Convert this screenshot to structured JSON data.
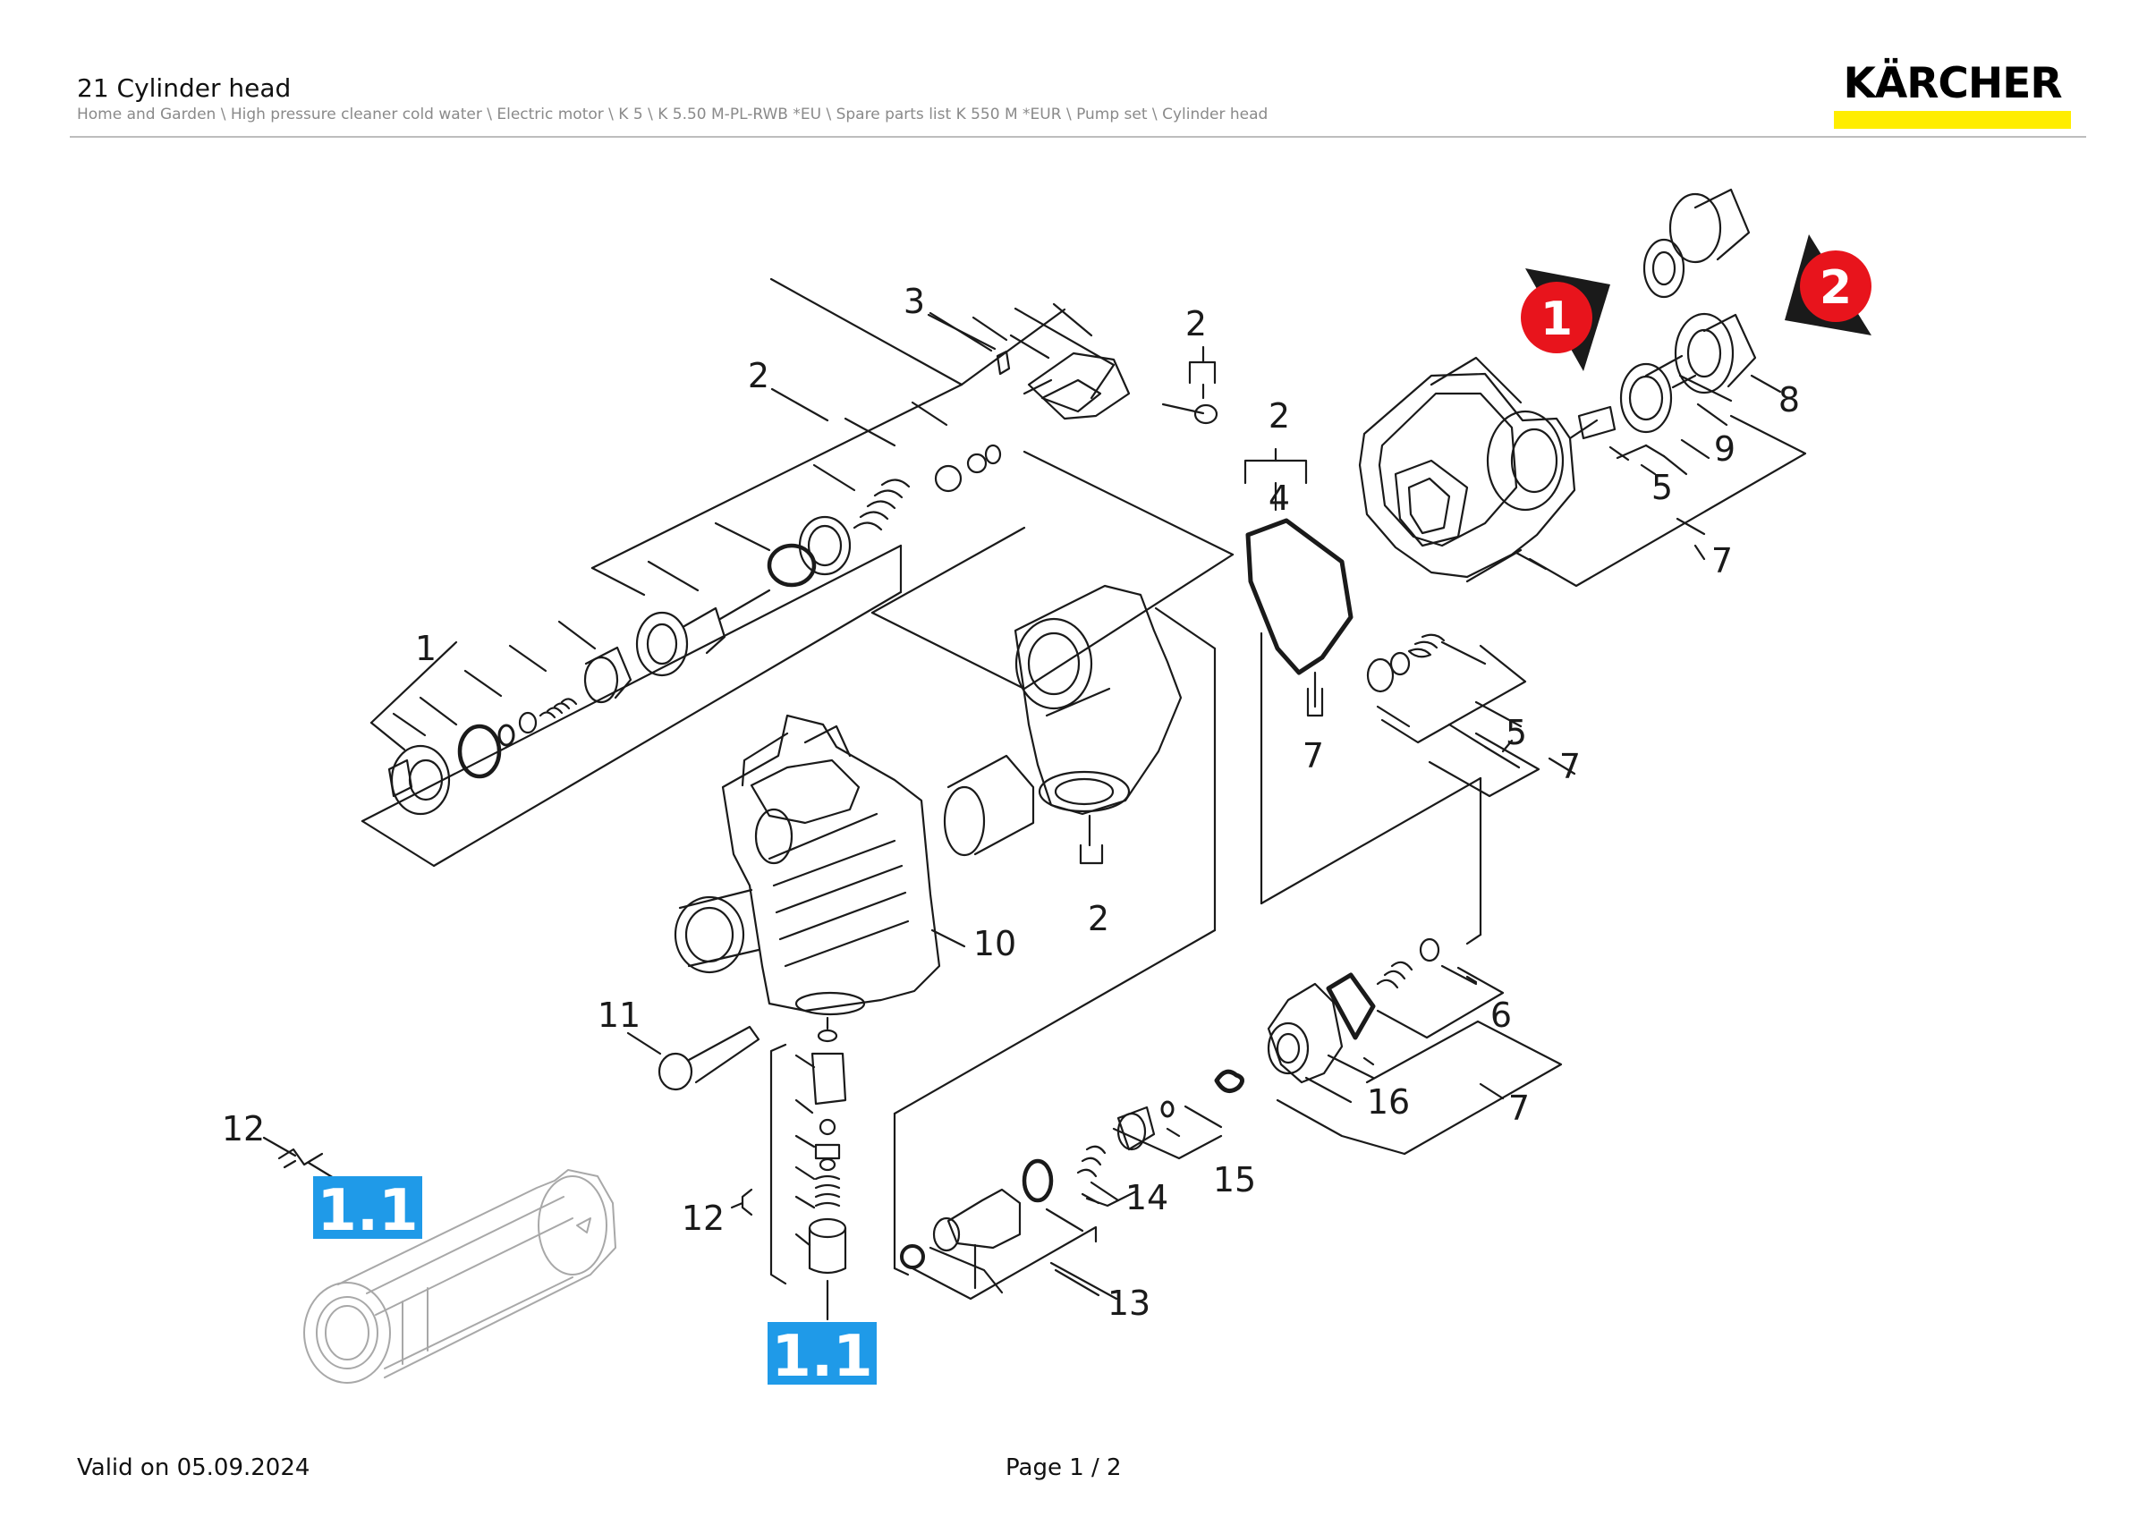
{
  "header": {
    "title": "21 Cylinder head",
    "breadcrumb": "Home and Garden \\ High pressure cleaner cold water \\ Electric motor \\ K 5 \\ K 5.50 M-PL-RWB *EU \\ Spare parts list K 550 M *EUR \\ Pump set \\ Cylinder head",
    "logo_text": "KÄRCHER"
  },
  "colors": {
    "logo_yellow": "#ffed00",
    "callout_blue": "#1f9ae8",
    "marker_red": "#e8141c",
    "line": "#1a1a1a",
    "ghost_line": "#a8a8a8"
  },
  "diagram": {
    "labels": {
      "l3": "3",
      "l2_top": "2",
      "l2_screw": "2",
      "l2_left": "2",
      "l2_ring": "2",
      "l4": "4",
      "l1": "1",
      "l8": "8",
      "l9": "9",
      "l5_top": "5",
      "l7_top": "7",
      "l7_ring": "7",
      "l5_mid": "5",
      "l7_mid": "7",
      "l10": "10",
      "l2_bottom": "2",
      "l11": "11",
      "l6": "6",
      "l16": "16",
      "l7_bottom": "7",
      "l15": "15",
      "l14": "14",
      "l13": "13",
      "l12_left": "12",
      "l12_mid": "12"
    },
    "markers": [
      {
        "label": "1",
        "icon": "red-arrow-marker"
      },
      {
        "label": "2",
        "icon": "red-arrow-marker"
      }
    ],
    "callouts": [
      {
        "label": "1.1"
      },
      {
        "label": "1.1"
      }
    ]
  },
  "footer": {
    "valid": "Valid on 05.09.2024",
    "page": "Page 1 / 2"
  }
}
